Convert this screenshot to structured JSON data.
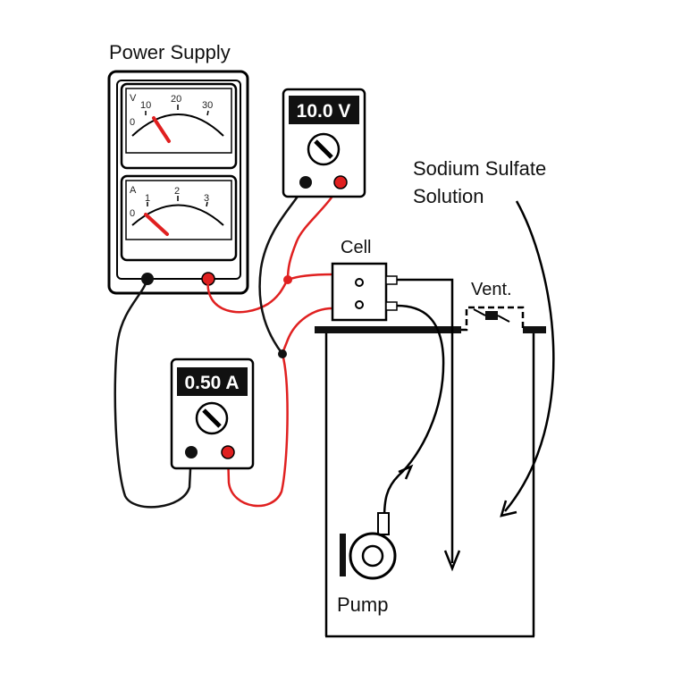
{
  "labels": {
    "power_supply": "Power Supply",
    "cell": "Cell",
    "vent": "Vent.",
    "solution_line1": "Sodium Sulfate",
    "solution_line2": "Solution",
    "pump": "Pump"
  },
  "voltmeter": {
    "reading": "10.0 V"
  },
  "ammeter": {
    "reading": "0.50 A"
  },
  "supply_voltage_gauge": {
    "unit": "V",
    "ticks": [
      "0",
      "10",
      "20",
      "30"
    ],
    "needle_value": 10,
    "max": 30
  },
  "supply_current_gauge": {
    "unit": "A",
    "ticks": [
      "0",
      "1",
      "2",
      "3"
    ],
    "needle_value": 0.5,
    "max": 3
  },
  "colors": {
    "positive_wire": "#e02020",
    "negative_wire": "#111111",
    "display_bg": "#111111",
    "needle": "#e02020"
  }
}
